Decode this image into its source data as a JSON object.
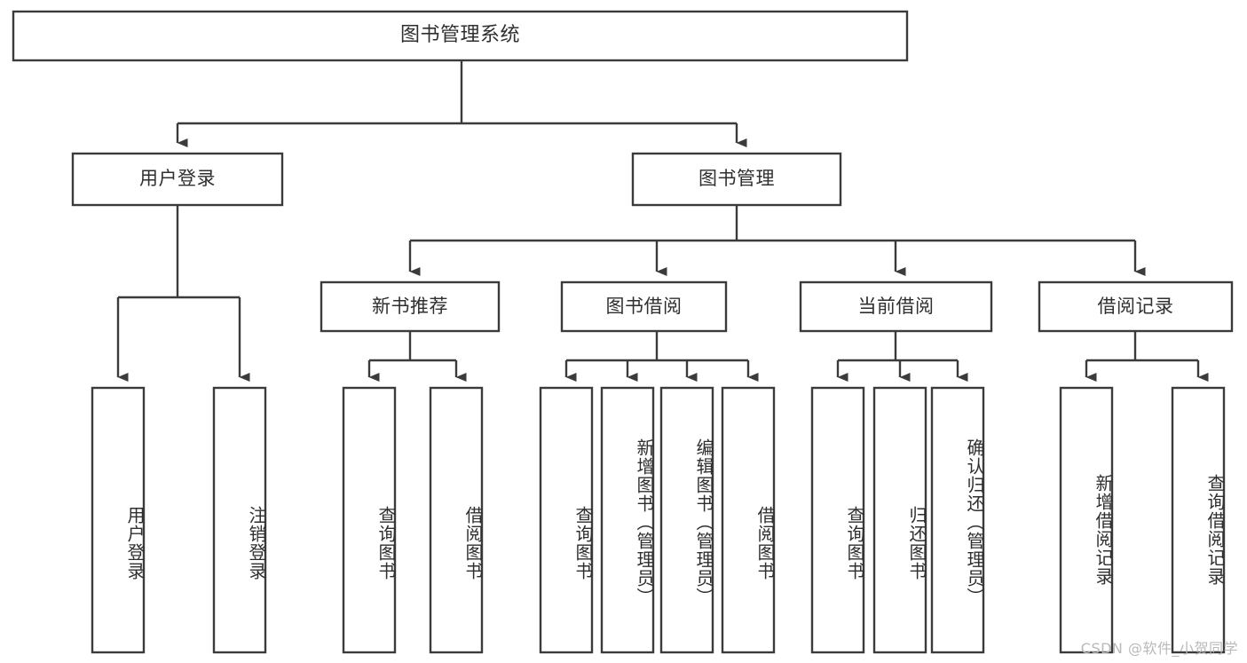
{
  "diagram": {
    "type": "tree",
    "title": "图书管理系统",
    "watermark": "CSDN @软件_小贺同学",
    "root": {
      "label": "图书管理系统",
      "level": 0
    },
    "level1": [
      {
        "label": "用户登录"
      },
      {
        "label": "图书管理"
      }
    ],
    "level2": [
      {
        "label": "新书推荐",
        "parent": "图书管理"
      },
      {
        "label": "图书借阅",
        "parent": "图书管理"
      },
      {
        "label": "当前借阅",
        "parent": "图书管理"
      },
      {
        "label": "借阅记录",
        "parent": "图书管理"
      }
    ],
    "leaves": {
      "user_login": [
        {
          "label": "用户登录"
        },
        {
          "label": "注销登录"
        }
      ],
      "new_book": [
        {
          "label": "查询图书"
        },
        {
          "label": "借阅图书"
        }
      ],
      "borrow": [
        {
          "label": "查询图书"
        },
        {
          "label": "新增图书（管理员）"
        },
        {
          "label": "编辑图书（管理员）"
        },
        {
          "label": "借阅图书"
        }
      ],
      "current": [
        {
          "label": "查询图书"
        },
        {
          "label": "归还图书"
        },
        {
          "label": "确认归还（管理员）"
        }
      ],
      "records": [
        {
          "label": "新增借阅记录"
        },
        {
          "label": "查询借阅记录"
        }
      ]
    },
    "colors": {
      "stroke": "#3b3b3b",
      "fill": "#ffffff",
      "text": "#2f2f2f",
      "watermark": "#b9b9b9"
    }
  }
}
